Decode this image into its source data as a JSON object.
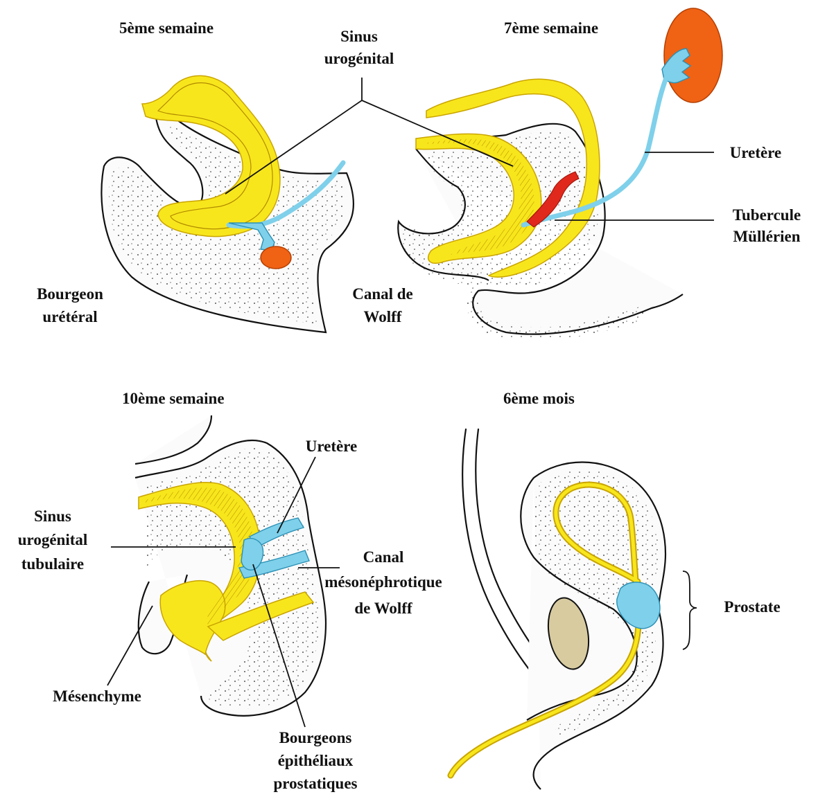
{
  "panels": {
    "week5": {
      "title": "5ème semaine",
      "label_sinus": [
        "Sinus",
        "urogénital"
      ],
      "label_bourgeon": [
        "Bourgeon",
        "urétéral"
      ],
      "label_canal": [
        "Canal de",
        "Wolff"
      ]
    },
    "week7": {
      "title": "7ème semaine",
      "label_uretere": "Uretère",
      "label_tubercule": [
        "Tubercule",
        "Müllérien"
      ]
    },
    "week10": {
      "title": "10ème semaine",
      "label_uretere": "Uretère",
      "label_sinus": [
        "Sinus",
        "urogénital",
        "tubulaire"
      ],
      "label_canal": [
        "Canal",
        "mésonéphrotique",
        "de Wolff"
      ],
      "label_mesenchyme": "Mésenchyme",
      "label_bourgeons": [
        "Bourgeons",
        "épithéliaux",
        "prostatiques"
      ]
    },
    "month6": {
      "title": "6ème mois",
      "label_prostate": "Prostate"
    }
  },
  "colors": {
    "sinus": "#f8e61c",
    "ureter": "#7fd0ea",
    "kidney": "#f06214",
    "mullerian": "#e0281c",
    "organ": "#d8cba0"
  }
}
